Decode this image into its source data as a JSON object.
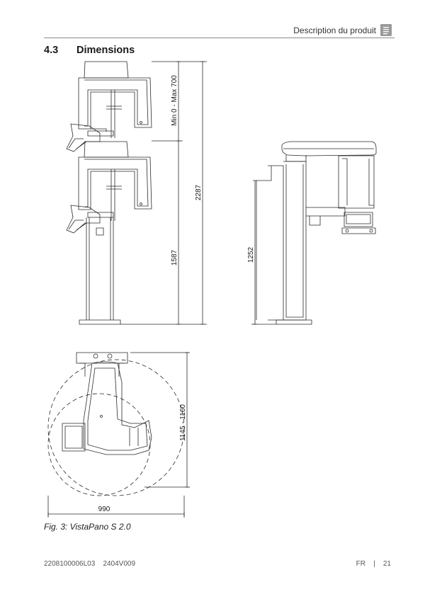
{
  "header": {
    "title": "Description du produit",
    "icon": "document-icon"
  },
  "section": {
    "number": "4.3",
    "title": "Dimensions"
  },
  "figure": {
    "dimensions": {
      "height_range": "Min 0 - Max 700",
      "total_height": "2287",
      "base_height": "1587",
      "side_height": "1252",
      "depth": "1145 - 1160",
      "width": "990"
    },
    "caption": "Fig. 3: VistaPano S 2.0"
  },
  "footer": {
    "doc_id": "2208100006L03",
    "version": "2404V009",
    "lang": "FR",
    "separator": "|",
    "page": "21"
  },
  "colors": {
    "line": "#2a2a2a",
    "rule": "#8a8a8a",
    "icon": "#9a9a9a"
  }
}
